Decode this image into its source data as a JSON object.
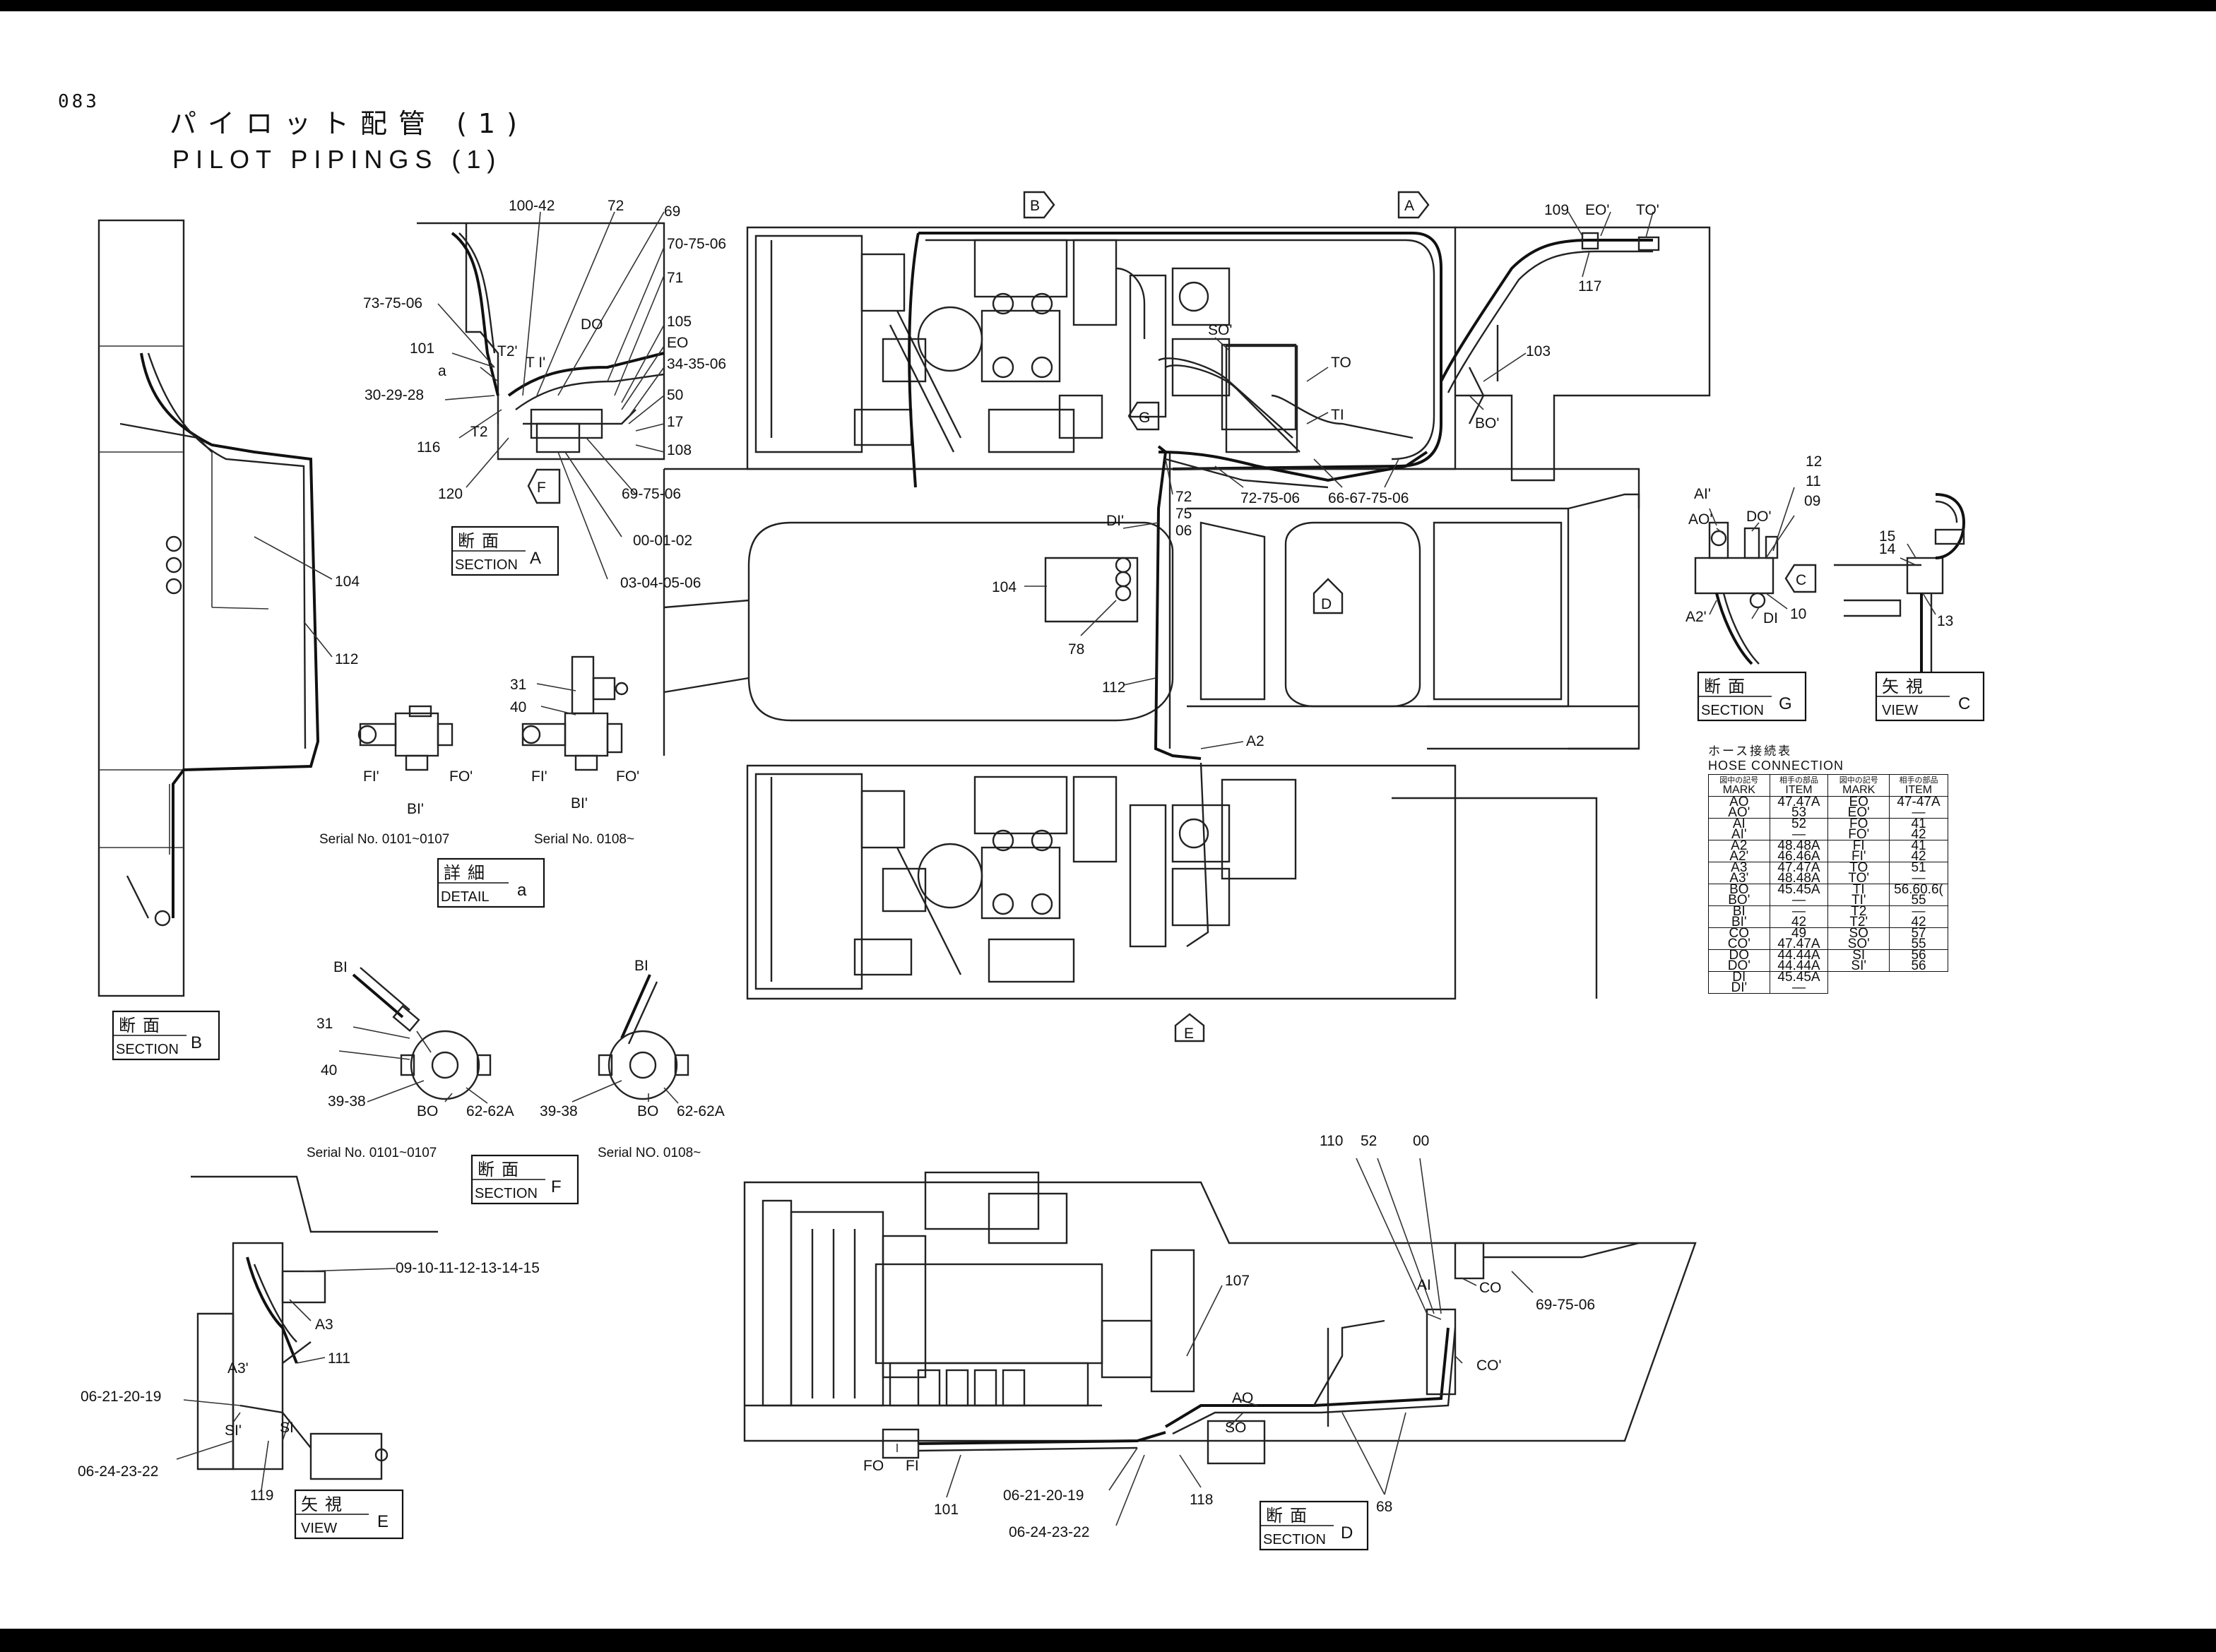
{
  "page_number": "083",
  "title_jp": "パイロット配管 (1)",
  "title_en": "PILOT PIPINGS (1)",
  "view_tags": [
    {
      "id": "section-a",
      "jp": "断面",
      "en": "SECTION",
      "mark": "A"
    },
    {
      "id": "section-b",
      "jp": "断面",
      "en": "SECTION",
      "mark": "B"
    },
    {
      "id": "detail-a",
      "jp": "詳細",
      "en": "DETAIL",
      "mark": "a"
    },
    {
      "id": "section-f",
      "jp": "断面",
      "en": "SECTION",
      "mark": "F"
    },
    {
      "id": "section-g",
      "jp": "断面",
      "en": "SECTION",
      "mark": "G"
    },
    {
      "id": "view-c",
      "jp": "矢視",
      "en": "VIEW",
      "mark": "C"
    },
    {
      "id": "view-e",
      "jp": "矢視",
      "en": "VIEW",
      "mark": "E"
    },
    {
      "id": "section-d",
      "jp": "断面",
      "en": "SECTION",
      "mark": "D"
    }
  ],
  "arrow_marks": [
    "B",
    "A",
    "D",
    "E",
    "C",
    "F",
    "G"
  ],
  "serial_notes": {
    "detail_a_left": "Serial No. 0101~0107",
    "detail_a_right": "Serial No. 0108~",
    "section_f_left": "Serial No. 0101~0107",
    "section_f_right": "Serial NO. 0108~"
  },
  "labels": {
    "section_a": [
      "100-42",
      "72",
      "69",
      "70-75-06",
      "71",
      "DO",
      "105",
      "EO",
      "34-35-06",
      "50",
      "17",
      "108",
      "73-75-06",
      "101",
      "T2'",
      "a",
      "T I'",
      "30-29-28",
      "T2",
      "116",
      "120",
      "69-75-06",
      "00-01-02",
      "03-04-05-06"
    ],
    "section_b": [
      "104",
      "112"
    ],
    "detail_a": [
      "FI'",
      "FO'",
      "BI'",
      "31",
      "40",
      "FI'",
      "BI'",
      "FO'"
    ],
    "section_f": [
      "BI",
      "31",
      "40",
      "39-38",
      "BO",
      "62-62A",
      "BI",
      "39-38",
      "BO",
      "62-62A"
    ],
    "main_view": [
      "109",
      "EO'",
      "TO'",
      "117",
      "103",
      "BO'",
      "SO'",
      "TO",
      "TI",
      "G",
      "72",
      "75",
      "06",
      "72-75-06",
      "66-67-75-06",
      "DI'",
      "104",
      "78",
      "112",
      "A2"
    ],
    "section_g": [
      "12",
      "11",
      "09",
      "AI'",
      "AO'",
      "DO'",
      "10",
      "DI",
      "A2'"
    ],
    "view_c": [
      "14",
      "15",
      "13"
    ],
    "view_e": [
      "09-10-11-12-13-14-15",
      "A3",
      "A3'",
      "111",
      "06-21-20-19",
      "SI'",
      "SI",
      "06-24-23-22",
      "119"
    ],
    "section_d": [
      "110",
      "52",
      "00",
      "AI",
      "CO",
      "69-75-06",
      "107",
      "CO'",
      "AO",
      "SO",
      "FO",
      "FI",
      "101",
      "06-21-20-19",
      "06-24-23-22",
      "118",
      "68"
    ]
  },
  "hose_table": {
    "caption_jp": "ホース接続表",
    "caption_en": "HOSE CONNECTION",
    "head_jp": [
      "図中の記号",
      "相手の部品",
      "図中の記号",
      "相手の部品"
    ],
    "head_en": [
      "MARK",
      "ITEM",
      "MARK",
      "ITEM"
    ],
    "rows": [
      {
        "m1": [
          "AO",
          "AO'"
        ],
        "i1": [
          "47.47A",
          "53"
        ],
        "m2": [
          "EO",
          "EO'"
        ],
        "i2": [
          "47-47A",
          "—"
        ]
      },
      {
        "m1": [
          "AI",
          "AI'"
        ],
        "i1": [
          "52",
          "—"
        ],
        "m2": [
          "FO",
          "FO'"
        ],
        "i2": [
          "41",
          "42"
        ]
      },
      {
        "m1": [
          "A2",
          "A2'"
        ],
        "i1": [
          "48.48A",
          "46.46A"
        ],
        "m2": [
          "FI",
          "FI'"
        ],
        "i2": [
          "41",
          "42"
        ]
      },
      {
        "m1": [
          "A3",
          "A3'"
        ],
        "i1": [
          "47.47A",
          "48.48A"
        ],
        "m2": [
          "TO",
          "TO'"
        ],
        "i2": [
          "51",
          "—"
        ]
      },
      {
        "m1": [
          "BO",
          "BO'"
        ],
        "i1": [
          "45.45A",
          "—"
        ],
        "m2": [
          "TI",
          "TI'"
        ],
        "i2": [
          "56.60.6(",
          "55"
        ]
      },
      {
        "m1": [
          "BI",
          "BI'"
        ],
        "i1": [
          "—",
          "42"
        ],
        "m2": [
          "T2",
          "T2'"
        ],
        "i2": [
          "—",
          "42"
        ]
      },
      {
        "m1": [
          "CO",
          "CO'"
        ],
        "i1": [
          "49",
          "47.47A"
        ],
        "m2": [
          "SO",
          "SO'"
        ],
        "i2": [
          "57",
          "55"
        ]
      },
      {
        "m1": [
          "DO",
          "DO'"
        ],
        "i1": [
          "44.44A",
          "44.44A"
        ],
        "m2": [
          "SI",
          "SI'"
        ],
        "i2": [
          "56",
          "56"
        ]
      },
      {
        "m1": [
          "DI",
          "DI'"
        ],
        "i1": [
          "45.45A",
          "—"
        ],
        "m2": null,
        "i2": null
      }
    ]
  },
  "colors": {
    "ink": "#111111",
    "paper": "#ffffff",
    "frame": "#000000"
  }
}
